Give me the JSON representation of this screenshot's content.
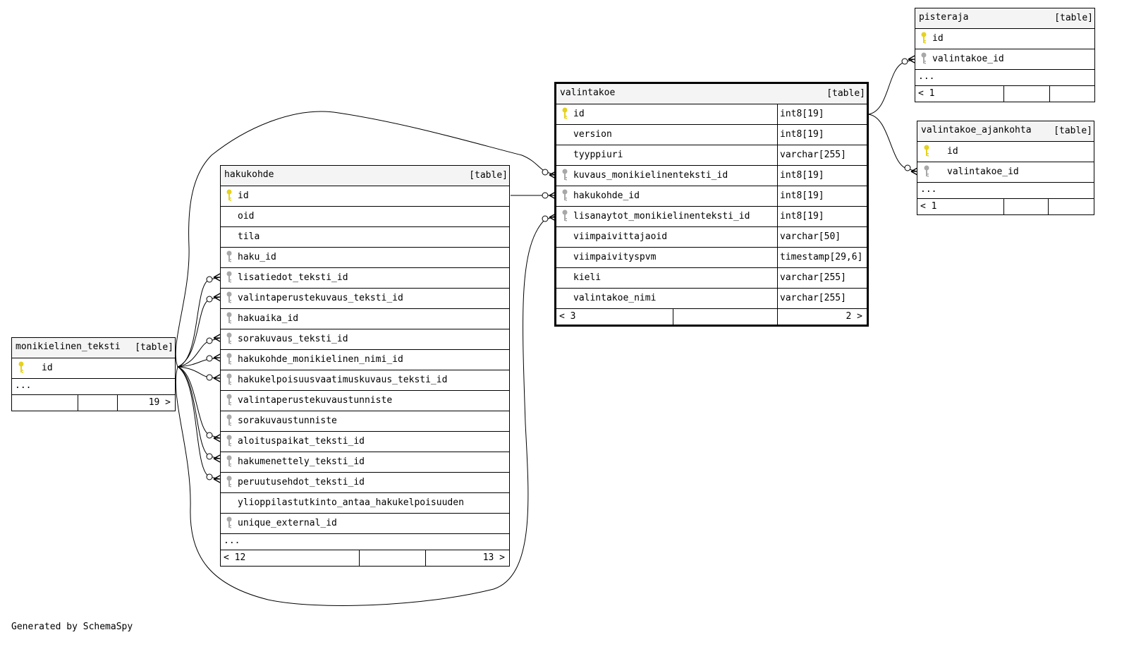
{
  "footer": "Generated by SchemaSpy",
  "tables": {
    "pisteraja": {
      "name": "pisteraja",
      "type": "[table]",
      "columns": [
        {
          "name": "id",
          "key": "primary"
        },
        {
          "name": "valintakoe_id",
          "key": "foreign"
        }
      ],
      "more": "...",
      "footer_left": "< 1",
      "footer_right": ""
    },
    "valintakoe": {
      "name": "valintakoe",
      "type": "[table]",
      "columns": [
        {
          "name": "id",
          "type": "int8[19]",
          "key": "primary"
        },
        {
          "name": "version",
          "type": "int8[19]",
          "key": "none"
        },
        {
          "name": "tyyppiuri",
          "type": "varchar[255]",
          "key": "none"
        },
        {
          "name": "kuvaus_monikielinenteksti_id",
          "type": "int8[19]",
          "key": "foreign"
        },
        {
          "name": "hakukohde_id",
          "type": "int8[19]",
          "key": "foreign"
        },
        {
          "name": "lisanaytot_monikielinenteksti_id",
          "type": "int8[19]",
          "key": "foreign"
        },
        {
          "name": "viimpaivittajaoid",
          "type": "varchar[50]",
          "key": "none"
        },
        {
          "name": "viimpaivityspvm",
          "type": "timestamp[29,6]",
          "key": "none"
        },
        {
          "name": "kieli",
          "type": "varchar[255]",
          "key": "none"
        },
        {
          "name": "valintakoe_nimi",
          "type": "varchar[255]",
          "key": "none"
        }
      ],
      "footer_left": "< 3",
      "footer_right": "2 >"
    },
    "valintakoe_ajankohta": {
      "name": "valintakoe_ajankohta",
      "type": "[table]",
      "columns": [
        {
          "name": "id",
          "key": "primary"
        },
        {
          "name": "valintakoe_id",
          "key": "foreign"
        }
      ],
      "more": "...",
      "footer_left": "< 1",
      "footer_right": ""
    },
    "hakukohde": {
      "name": "hakukohde",
      "type": "[table]",
      "columns": [
        {
          "name": "id",
          "key": "primary"
        },
        {
          "name": "oid",
          "key": "none"
        },
        {
          "name": "tila",
          "key": "none"
        },
        {
          "name": "haku_id",
          "key": "foreign"
        },
        {
          "name": "lisatiedot_teksti_id",
          "key": "foreign"
        },
        {
          "name": "valintaperustekuvaus_teksti_id",
          "key": "foreign"
        },
        {
          "name": "hakuaika_id",
          "key": "foreign"
        },
        {
          "name": "sorakuvaus_teksti_id",
          "key": "foreign"
        },
        {
          "name": "hakukohde_monikielinen_nimi_id",
          "key": "foreign"
        },
        {
          "name": "hakukelpoisuusvaatimuskuvaus_teksti_id",
          "key": "foreign"
        },
        {
          "name": "valintaperustekuvaustunniste",
          "key": "foreign"
        },
        {
          "name": "sorakuvaustunniste",
          "key": "foreign"
        },
        {
          "name": "aloituspaikat_teksti_id",
          "key": "foreign"
        },
        {
          "name": "hakumenettely_teksti_id",
          "key": "foreign"
        },
        {
          "name": "peruutusehdot_teksti_id",
          "key": "foreign"
        },
        {
          "name": "ylioppilastutkinto_antaa_hakukelpoisuuden",
          "key": "none"
        },
        {
          "name": "unique_external_id",
          "key": "foreign"
        }
      ],
      "more": "...",
      "footer_left": "< 12",
      "footer_right": "13 >"
    },
    "monikielinen_teksti": {
      "name": "monikielinen_teksti",
      "type": "[table]",
      "columns": [
        {
          "name": "id",
          "key": "primary"
        }
      ],
      "more": "...",
      "footer_left": "",
      "footer_right": "19 >"
    }
  },
  "colors": {
    "primary_key": "#e6d21e",
    "foreign_key": "#a8a8a8",
    "header_bg": "#f4f4f4",
    "line": "#000000"
  }
}
